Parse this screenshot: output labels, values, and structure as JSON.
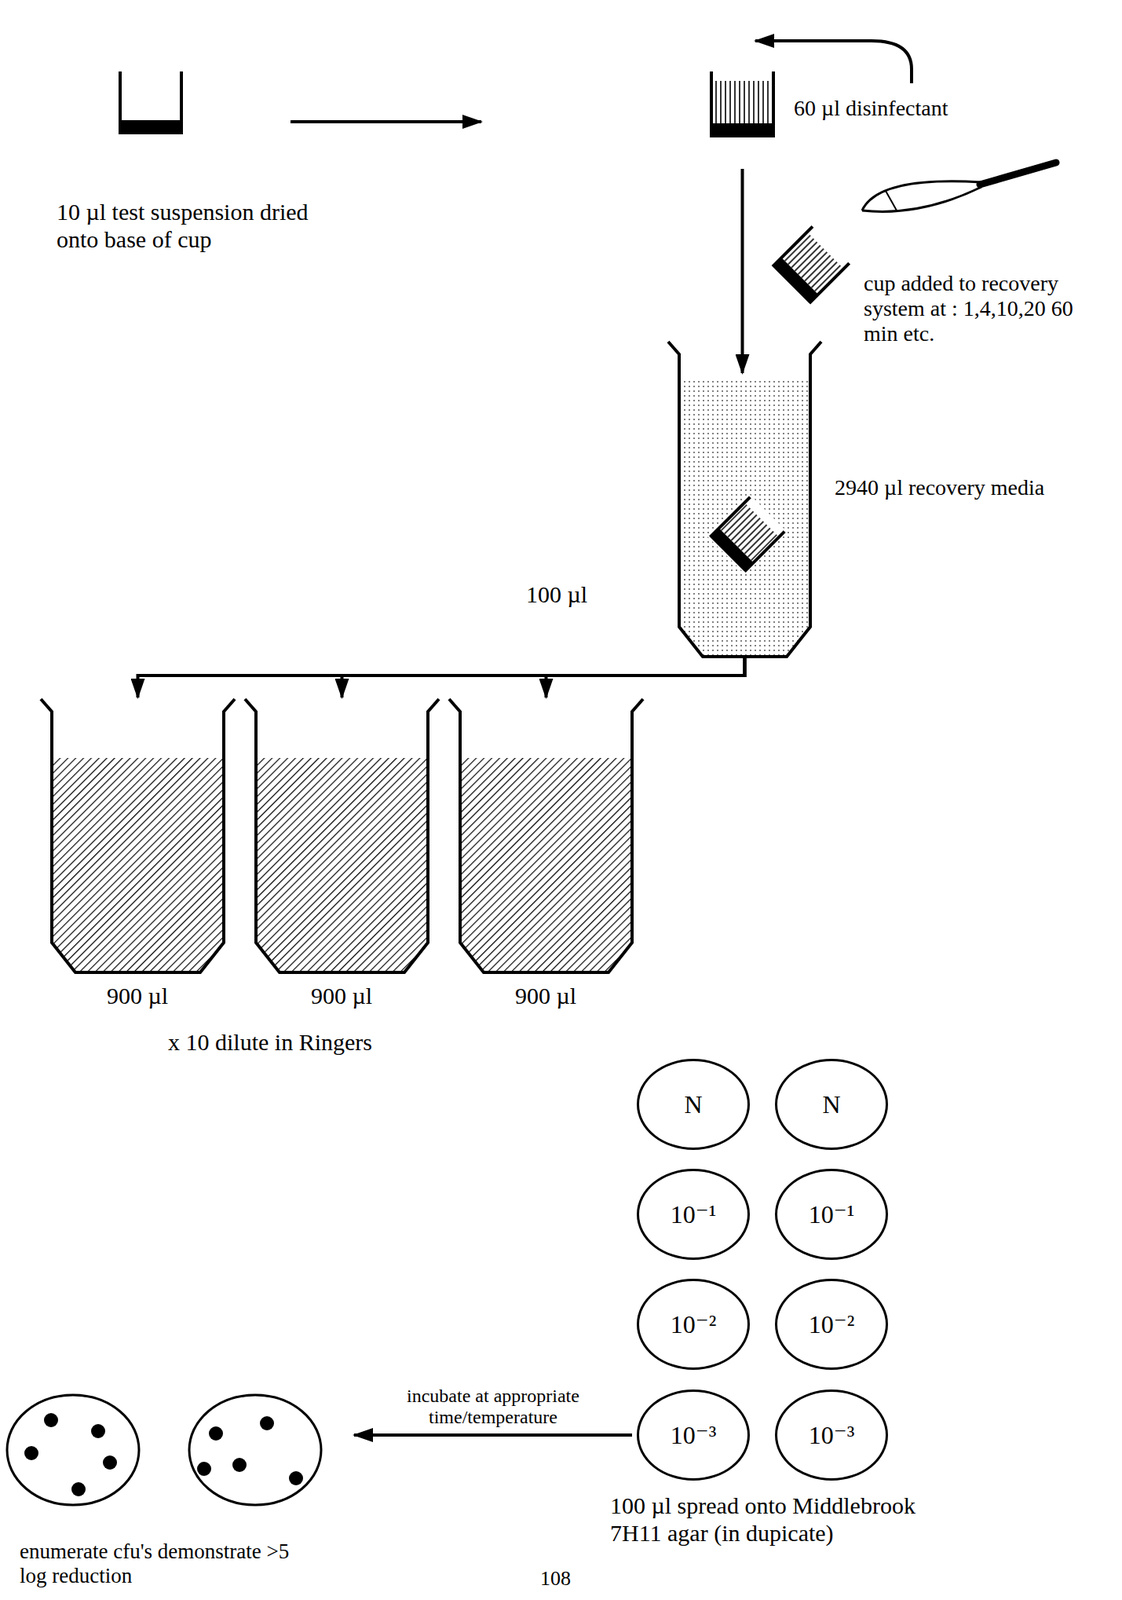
{
  "diagram": {
    "nodes": [
      {
        "text": [
          "10 µl test suspension dried onto base of cup"
        ]
      },
      {
        "text": [
          "60 µl disinfectant"
        ]
      },
      {
        "text": [
          "2940 µl recovery media"
        ]
      },
      {
        "text": [
          "900 µl"
        ]
      },
      {
        "text": [
          "900 µl"
        ]
      },
      {
        "text": [
          "900 µl"
        ]
      },
      {
        "text": [
          "N"
        ]
      },
      {
        "text": [
          "N"
        ]
      },
      {
        "text": [
          "10⁻¹"
        ]
      },
      {
        "text": [
          "10⁻¹"
        ]
      },
      {
        "text": [
          "10⁻²"
        ]
      },
      {
        "text": [
          "10⁻²"
        ]
      },
      {
        "text": [
          "10⁻³"
        ]
      },
      {
        "text": [
          "10⁻³"
        ]
      },
      {
        "text": [
          "enumerate cfu's demonstrate >5 log reduction"
        ]
      }
    ],
    "edges": [
      {
        "from": 0,
        "to": 1,
        "arrow": "to"
      },
      {
        "from": 1,
        "to": 2,
        "arrow": "to"
      },
      {
        "from": 2,
        "to": 3,
        "arrow": "to"
      },
      {
        "from": 2,
        "to": 4,
        "arrow": "to"
      },
      {
        "from": 2,
        "to": 5,
        "arrow": "to"
      },
      {
        "from": 12,
        "to": 14,
        "label": "incubate at appropriate time/temperature",
        "arrow": "to"
      }
    ],
    "labels": [
      "cup added to recovery system at : 1,4,10,20 60 min etc.",
      "100 µl",
      "x 10 dilute in Ringers",
      "100 µl spread onto Middlebrook 7H11 agar (in dupicate)",
      "108"
    ]
  }
}
